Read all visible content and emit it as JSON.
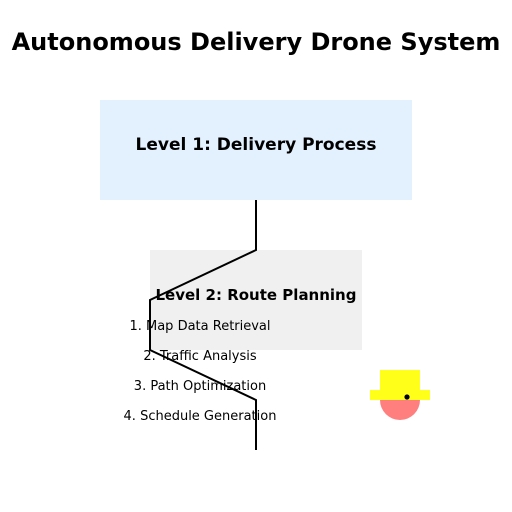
{
  "title": "Autonomous Delivery Drone System",
  "level1": {
    "label": "Level 1: Delivery Process",
    "fill": "#e3f0fe"
  },
  "level2": {
    "label": "Level 2: Route Planning",
    "fill": "#f0f0f0"
  },
  "steps": [
    "1. Map Data Retrieval",
    "2. Traffic Analysis",
    "3. Path Optimization",
    "4. Schedule Generation"
  ],
  "colors": {
    "connector": "#000000",
    "hat": "#ffff1a",
    "face": "#ff7f7f"
  },
  "icons": {
    "character": "hat-character-icon"
  }
}
